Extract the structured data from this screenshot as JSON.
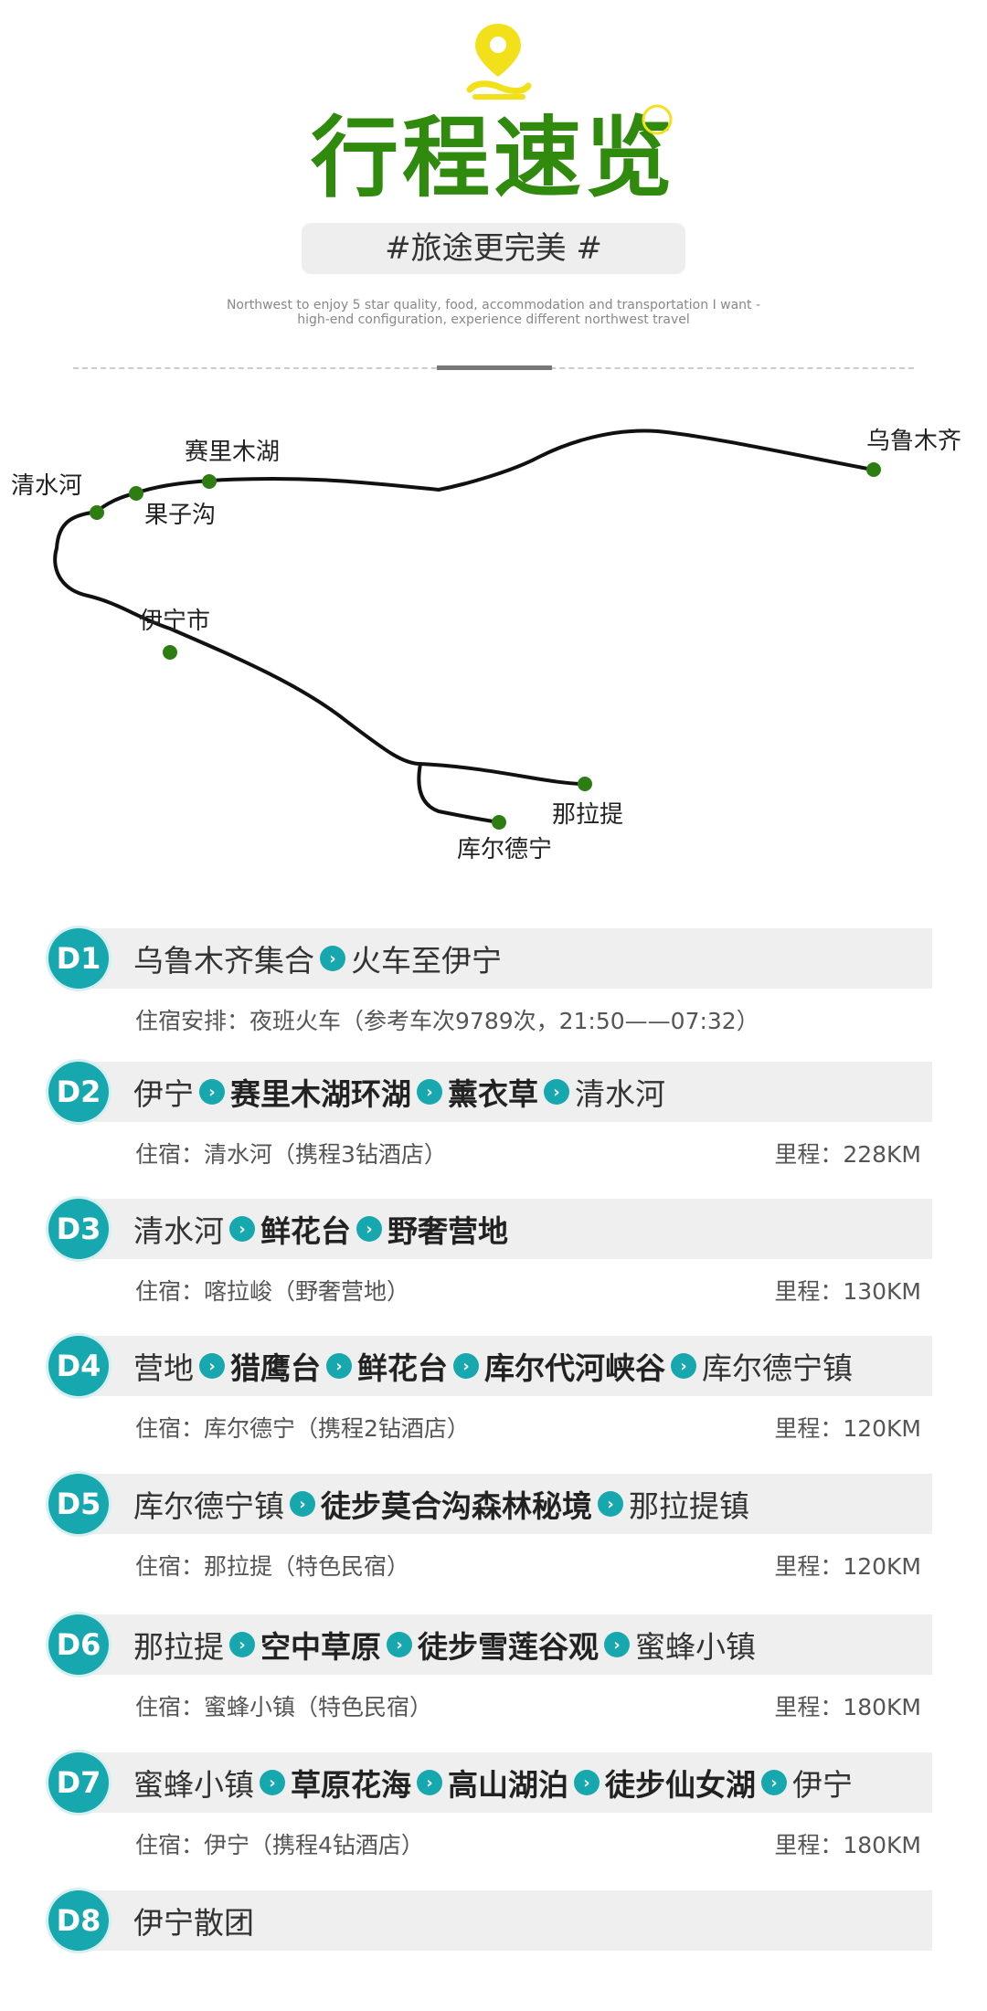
{
  "header": {
    "title": "行程速览",
    "tagline": "#旅途更完美 #",
    "subtext_line1": "Northwest to enjoy 5 star quality, food, accommodation and transportation I want -",
    "subtext_line2": "high-end configuration, experience different northwest travel",
    "colors": {
      "title": "#2f8a0e",
      "pin": "#f2e11a",
      "accent": "#17a7ae"
    },
    "icon": "location-pin-icon"
  },
  "map": {
    "places": {
      "urumqi": "乌鲁木齐",
      "sayram": "赛里木湖",
      "qingshuihe": "清水河",
      "guozigou": "果子沟",
      "yining": "伊宁市",
      "nalati": "那拉提",
      "kuerdening": "库尔德宁"
    }
  },
  "days": [
    {
      "badge": "D1",
      "stops": [
        {
          "t": "乌鲁木齐集合"
        },
        {
          "t": "火车至伊宁"
        }
      ],
      "lodging": "住宿安排：夜班火车（参考车次9789次，21:50——07:32）",
      "mileage": ""
    },
    {
      "badge": "D2",
      "stops": [
        {
          "t": "伊宁"
        },
        {
          "t": "赛里木湖环湖",
          "b": true
        },
        {
          "t": "薰衣草",
          "b": true
        },
        {
          "t": "清水河"
        }
      ],
      "lodging": "住宿：清水河（携程3钻酒店）",
      "mileage": "里程：228KM"
    },
    {
      "badge": "D3",
      "stops": [
        {
          "t": "清水河"
        },
        {
          "t": "鲜花台",
          "b": true
        },
        {
          "t": "野奢营地",
          "b": true
        }
      ],
      "lodging": "住宿：喀拉峻（野奢营地）",
      "mileage": "里程：130KM"
    },
    {
      "badge": "D4",
      "stops": [
        {
          "t": "营地"
        },
        {
          "t": "猎鹰台",
          "b": true
        },
        {
          "t": "鲜花台",
          "b": true
        },
        {
          "t": "库尔代河峡谷",
          "b": true
        },
        {
          "t": "库尔德宁镇"
        }
      ],
      "lodging": "住宿：库尔德宁（携程2钻酒店）",
      "mileage": "里程：120KM"
    },
    {
      "badge": "D5",
      "stops": [
        {
          "t": "库尔德宁镇"
        },
        {
          "t": "徒步莫合沟森林秘境",
          "b": true
        },
        {
          "t": "那拉提镇"
        }
      ],
      "lodging": "住宿：那拉提（特色民宿）",
      "mileage": "里程：120KM"
    },
    {
      "badge": "D6",
      "stops": [
        {
          "t": "那拉提"
        },
        {
          "t": "空中草原",
          "b": true
        },
        {
          "t": "徒步雪莲谷观",
          "b": true
        },
        {
          "t": "蜜蜂小镇"
        }
      ],
      "lodging": "住宿：蜜蜂小镇（特色民宿）",
      "mileage": "里程：180KM"
    },
    {
      "badge": "D7",
      "stops": [
        {
          "t": "蜜蜂小镇"
        },
        {
          "t": "草原花海",
          "b": true
        },
        {
          "t": "高山湖泊",
          "b": true
        },
        {
          "t": "徒步仙女湖",
          "b": true
        },
        {
          "t": "伊宁"
        }
      ],
      "lodging": "住宿：伊宁（携程4钻酒店）",
      "mileage": "里程：180KM"
    },
    {
      "badge": "D8",
      "stops": [
        {
          "t": "伊宁散团"
        }
      ],
      "lodging": "",
      "mileage": ""
    }
  ]
}
